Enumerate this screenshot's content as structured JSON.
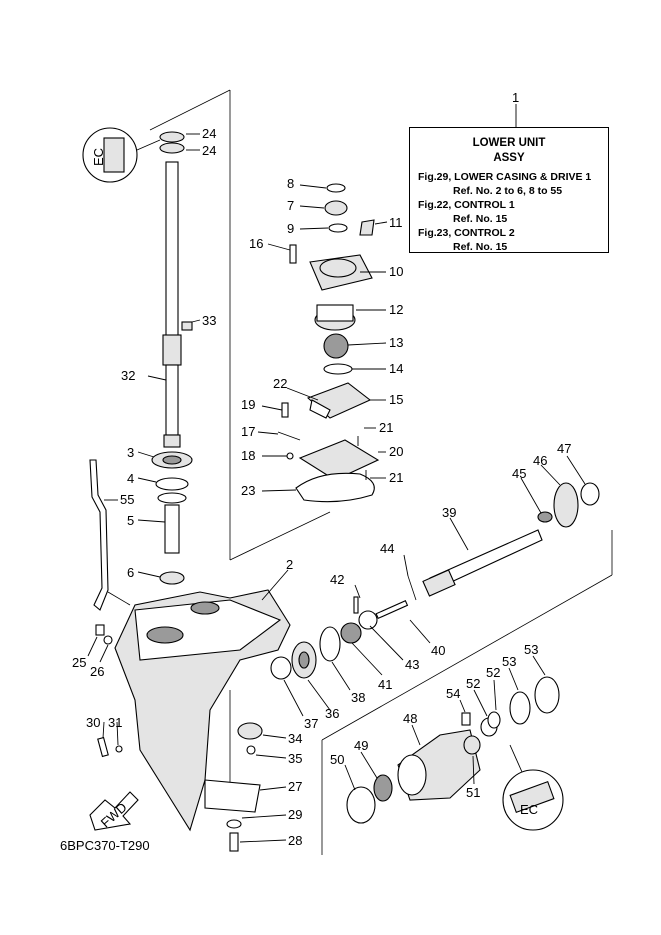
{
  "info_box": {
    "title": "LOWER UNIT",
    "subtitle": "ASSY",
    "lines": [
      {
        "ref": "Fig.29, LOWER CASING & DRIVE 1",
        "detail": "Ref. No. 2 to 6, 8 to 55"
      },
      {
        "ref": "Fig.22, CONTROL 1",
        "detail": "Ref. No. 15"
      },
      {
        "ref": "Fig.23, CONTROL 2",
        "detail": "Ref. No. 15"
      }
    ]
  },
  "diagram_code": "6BPC370-T290",
  "direction_label": "FWD",
  "seal_label": "EC",
  "callouts": {
    "n1": "1",
    "n2": "2",
    "n3": "3",
    "n4": "4",
    "n5": "5",
    "n6": "6",
    "n7": "7",
    "n8": "8",
    "n9": "9",
    "n10": "10",
    "n11": "11",
    "n12": "12",
    "n13": "13",
    "n14": "14",
    "n15": "15",
    "n16": "16",
    "n17": "17",
    "n18": "18",
    "n19": "19",
    "n20": "20",
    "n21a": "21",
    "n21b": "21",
    "n22": "22",
    "n23": "23",
    "n24a": "24",
    "n24b": "24",
    "n25": "25",
    "n26": "26",
    "n27": "27",
    "n28": "28",
    "n29": "29",
    "n30": "30",
    "n31": "31",
    "n32": "32",
    "n33": "33",
    "n34": "34",
    "n35": "35",
    "n36": "36",
    "n37": "37",
    "n38": "38",
    "n39": "39",
    "n40": "40",
    "n41": "41",
    "n42": "42",
    "n43": "43",
    "n44": "44",
    "n45": "45",
    "n46": "46",
    "n47": "47",
    "n48": "48",
    "n49": "49",
    "n50": "50",
    "n51": "51",
    "n52a": "52",
    "n52b": "52",
    "n53a": "53",
    "n53b": "53",
    "n54": "54",
    "n55": "55"
  }
}
